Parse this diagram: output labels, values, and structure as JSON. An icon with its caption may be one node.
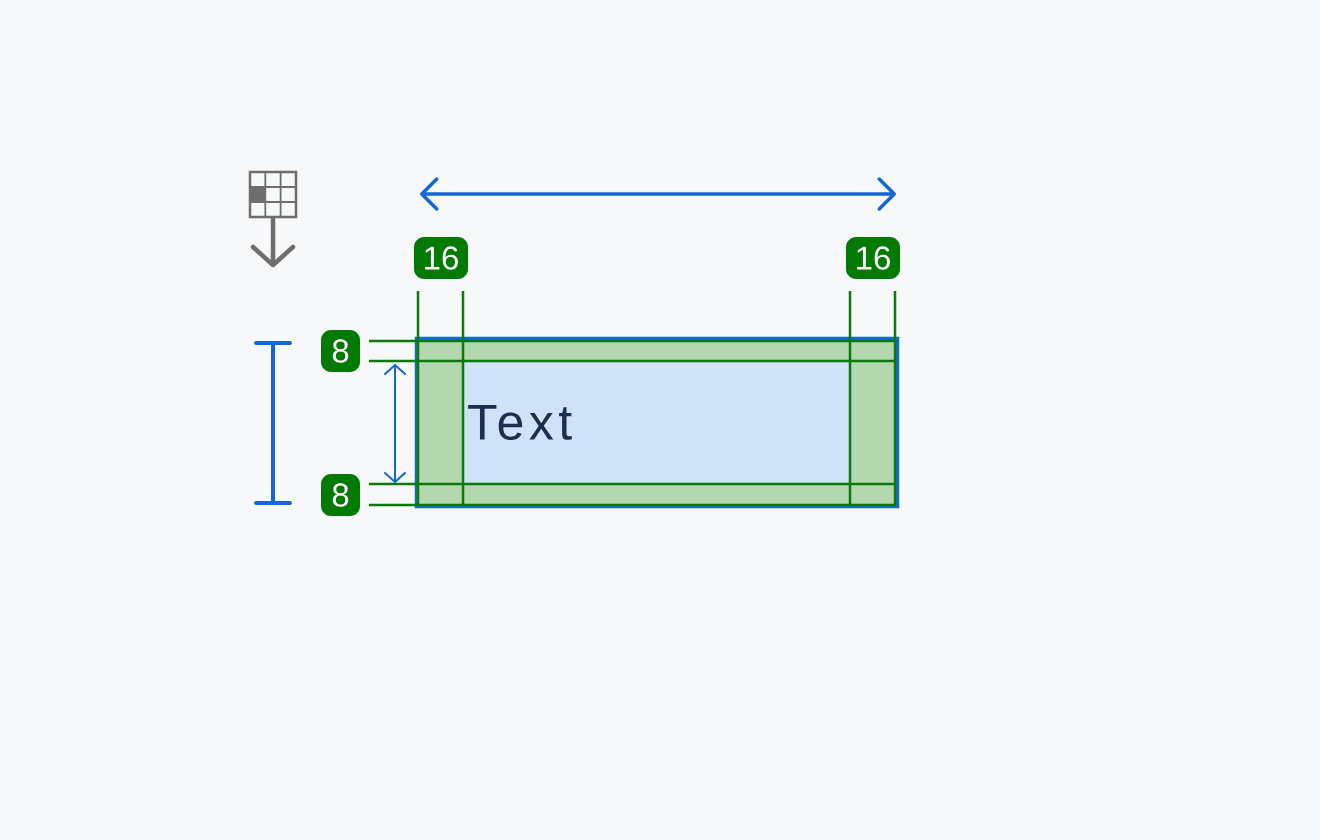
{
  "diagram": {
    "nodes": [
      {
        "text": [
          "16"
        ]
      },
      {
        "text": [
          "16"
        ]
      },
      {
        "text": [
          "8"
        ]
      },
      {
        "text": [
          "8"
        ]
      },
      {
        "text": [],
        "shape": "box"
      },
      {
        "text": [
          "Text"
        ],
        "in": 4
      }
    ]
  }
}
